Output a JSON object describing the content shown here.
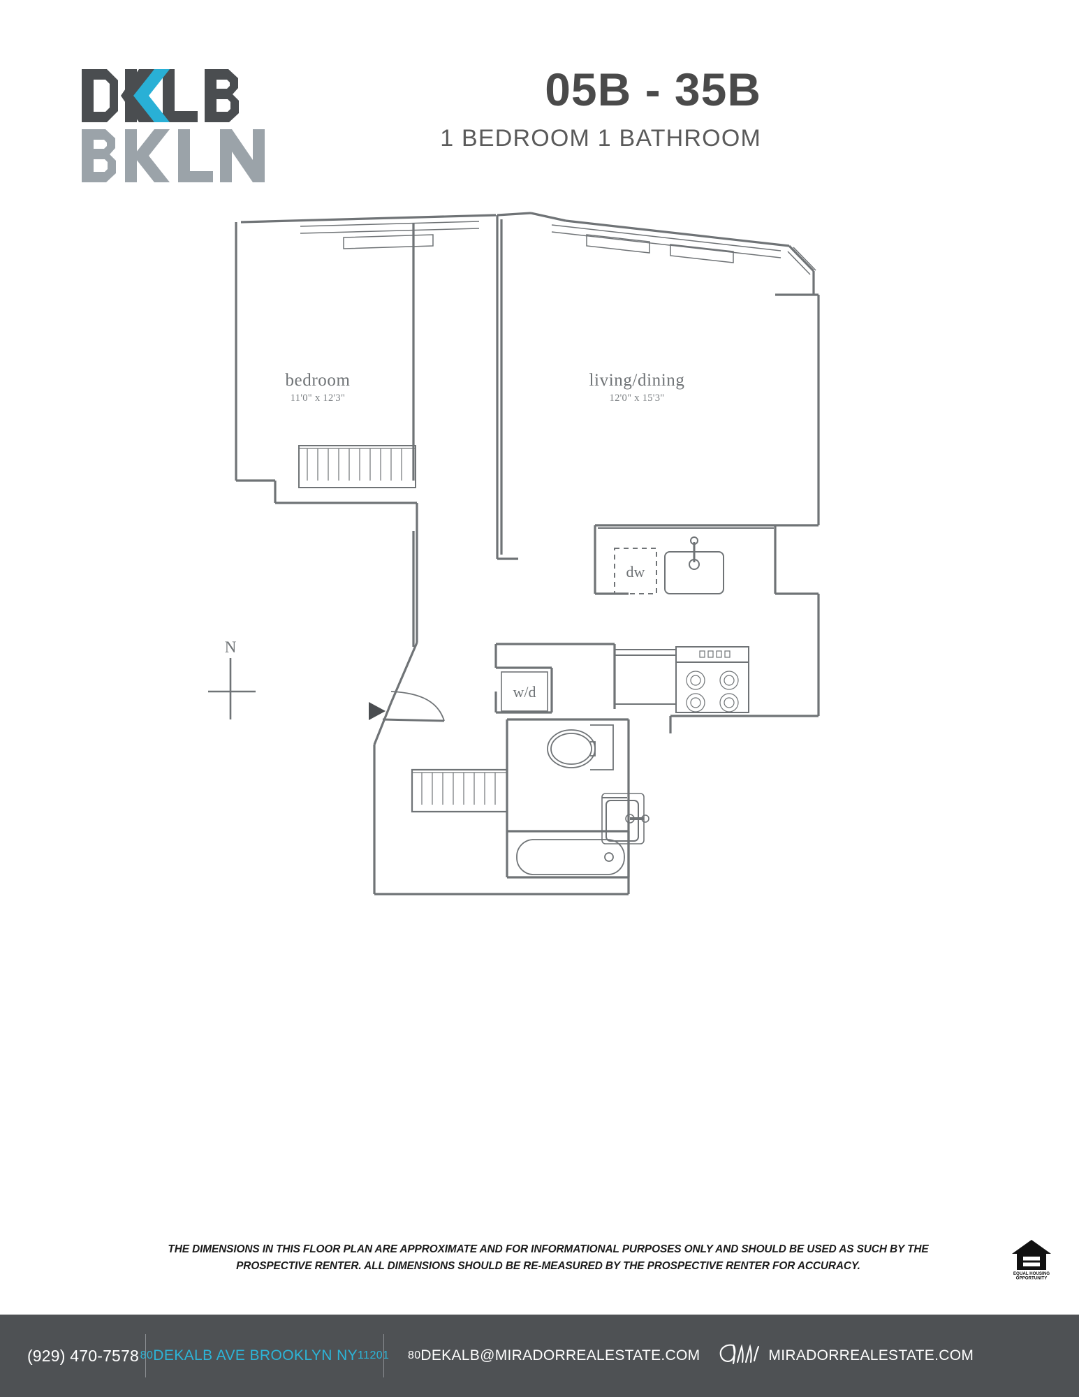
{
  "brand": {
    "logo_line1": "DKLB",
    "logo_line2": "BKLN",
    "logo_dark": "#4a4d50",
    "logo_gray": "#9ba3a9",
    "logo_accent": "#29b0d6"
  },
  "header": {
    "unit_title": "05B - 35B",
    "unit_subtitle": "1 BEDROOM 1 BATHROOM"
  },
  "plan": {
    "compass_label": "N",
    "rooms": [
      {
        "name": "bedroom",
        "dimensions": "11'0\" x 12'3\""
      },
      {
        "name": "living/dining",
        "dimensions": "12'0\" x 15'3\""
      }
    ],
    "fixtures": [
      {
        "label": "dw",
        "name": "dishwasher"
      },
      {
        "label": "w/d",
        "name": "washer-dryer"
      }
    ],
    "line_color": "#6f7376"
  },
  "disclaimer": {
    "text": "THE DIMENSIONS IN THIS FLOOR PLAN ARE APPROXIMATE AND FOR INFORMATIONAL PURPOSES ONLY AND SHOULD BE USED AS SUCH BY THE PROSPECTIVE RENTER. ALL DIMENSIONS SHOULD BE RE-MEASURED BY THE PROSPECTIVE RENTER FOR ACCURACY.",
    "eho_line1": "EQUAL HOUSING",
    "eho_line2": "OPPORTUNITY"
  },
  "footer": {
    "phone": "(929) 470-7578",
    "address_num": "80",
    "address_rest": " DEKALB AVE BROOKLYN NY ",
    "address_zip": "11201",
    "email_num": "80",
    "email_rest": "DEKALB@MIRADORREALESTATE.COM",
    "website": "MIRADORREALESTATE.COM",
    "bg_color": "#4e5154",
    "accent_color": "#2cb5d8"
  }
}
